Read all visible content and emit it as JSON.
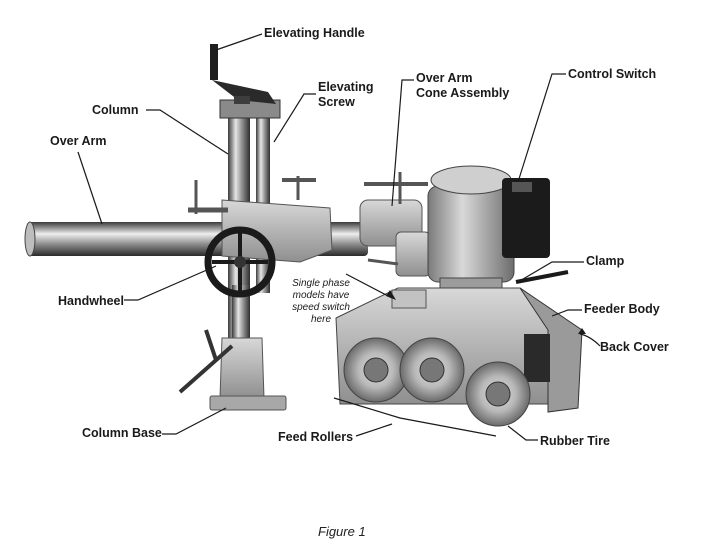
{
  "labels": {
    "elevating_handle": "Elevating Handle",
    "column": "Column",
    "elevating_screw_1": "Elevating",
    "elevating_screw_2": "Screw",
    "over_arm_cone_1": "Over Arm",
    "over_arm_cone_2": "Cone Assembly",
    "control_switch": "Control Switch",
    "over_arm": "Over Arm",
    "clamp": "Clamp",
    "handwheel": "Handwheel",
    "feeder_body": "Feeder Body",
    "back_cover": "Back Cover",
    "column_base": "Column Base",
    "feed_rollers": "Feed Rollers",
    "rubber_tire": "Rubber Tire"
  },
  "note": {
    "line1": "Single phase",
    "line2": "models have",
    "line3": "speed switch",
    "line4": "here"
  },
  "caption": "Figure 1"
}
